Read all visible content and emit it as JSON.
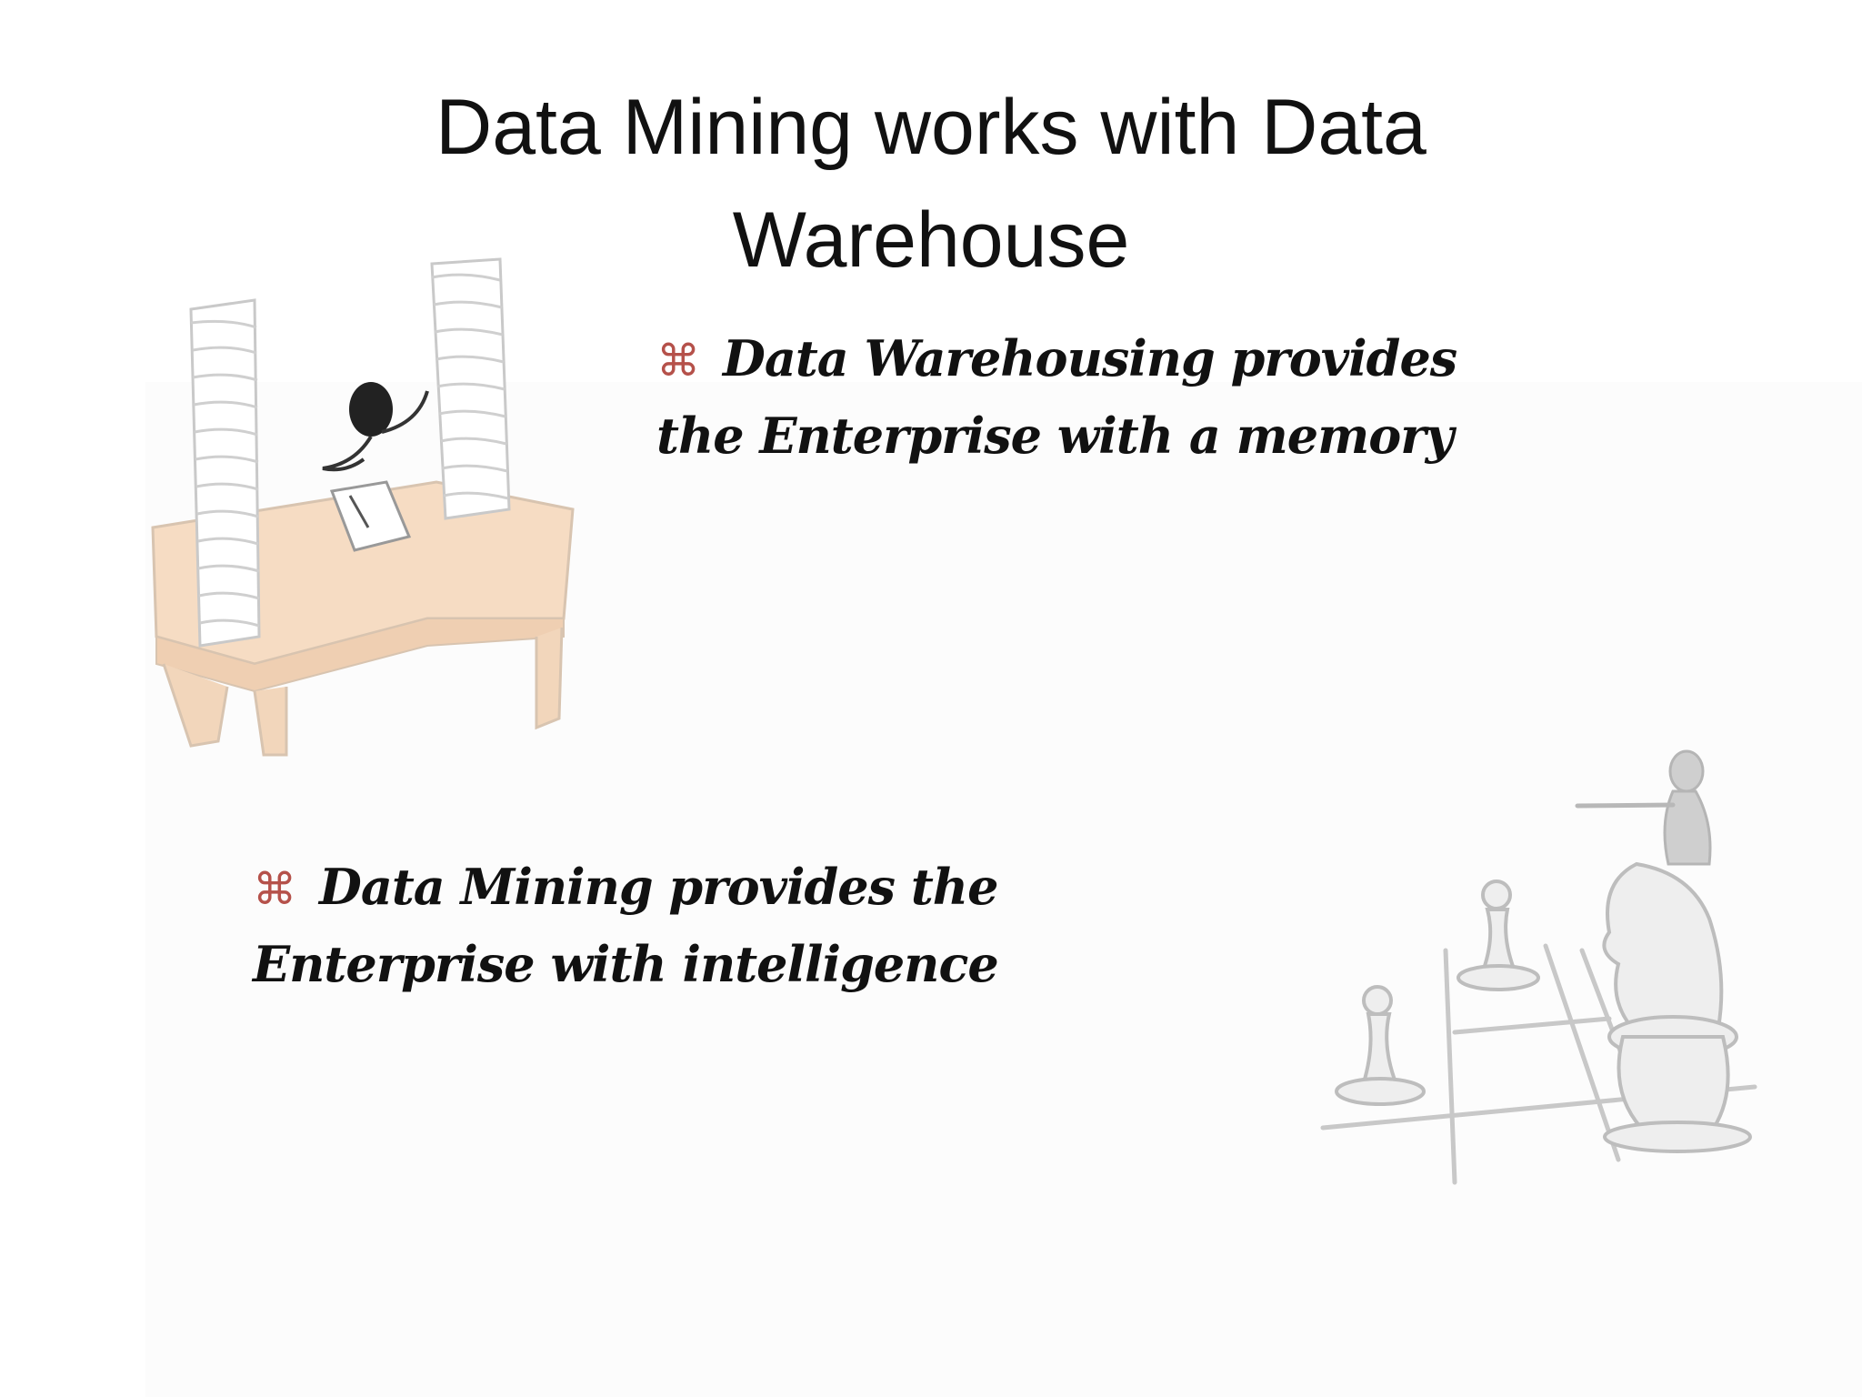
{
  "slide": {
    "title": "Data Mining works with Data Warehouse",
    "bullets": [
      {
        "icon": "command-glyph-icon",
        "glyph": "⌘",
        "text": "Data Warehousing provides the Enterprise with a memory"
      },
      {
        "icon": "command-glyph-icon",
        "glyph": "⌘",
        "text": "Data Mining provides the Enterprise with intelligence"
      }
    ],
    "colors": {
      "bullet_glyph": "#b5514a",
      "text": "#111111",
      "desk": "#f6dcc3"
    },
    "images": [
      "desk-with-paper-stacks-clipart",
      "chess-pieces-clipart"
    ]
  }
}
